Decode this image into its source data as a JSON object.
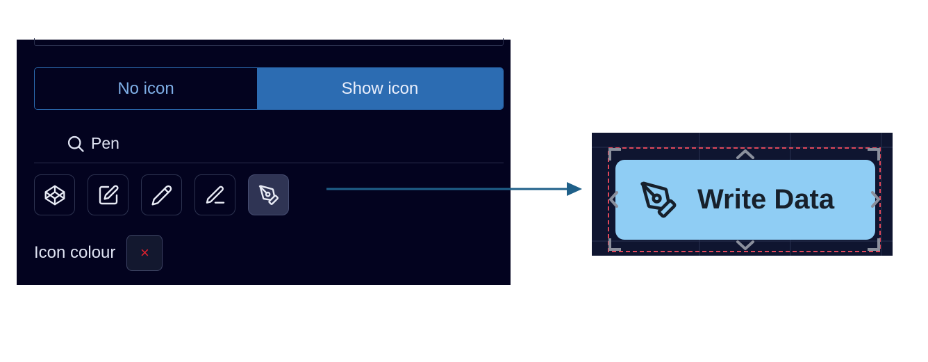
{
  "panel": {
    "icon_mode": {
      "options": [
        {
          "label": "No icon",
          "selected": false
        },
        {
          "label": "Show icon",
          "selected": true
        }
      ]
    },
    "search": {
      "icon": "search-icon",
      "value": "Pen"
    },
    "icon_results": [
      {
        "icon": "codepen-icon",
        "selected": false
      },
      {
        "icon": "edit-square-icon",
        "selected": false
      },
      {
        "icon": "pencil-icon",
        "selected": false
      },
      {
        "icon": "pen-line-icon",
        "selected": false
      },
      {
        "icon": "pen-tool-icon",
        "selected": true
      }
    ],
    "icon_colour": {
      "label": "Icon colour",
      "value_glyph": "×",
      "value_color": "#e0212f"
    }
  },
  "preview": {
    "node": {
      "icon": "pen-tool-icon",
      "label": "Write Data",
      "fill": "#8fcdf4"
    }
  },
  "colors": {
    "panel_bg": "#03031f",
    "accent": "#2c6cb2",
    "arrow": "#1f6089",
    "selection_dash": "#e0475a"
  }
}
